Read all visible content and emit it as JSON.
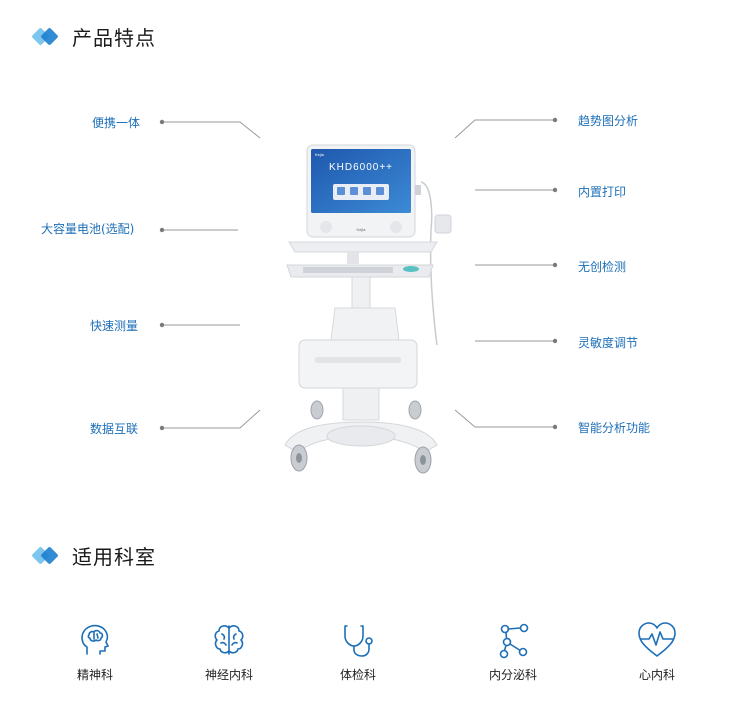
{
  "sections": {
    "features_title": "产品特点",
    "departments_title": "适用科室"
  },
  "features_left": [
    "便携一体",
    "大容量电池(选配)",
    "快速测量",
    "数据互联"
  ],
  "features_right": [
    "趋势图分析",
    "内置打印",
    "无创检测",
    "灵敏度调节",
    "智能分析功能"
  ],
  "device": {
    "brand": "Kejia",
    "model": "KHD6000++"
  },
  "departments": [
    {
      "label": "精神科",
      "icon": "head-brain-icon"
    },
    {
      "label": "神经内科",
      "icon": "brain-icon"
    },
    {
      "label": "体检科",
      "icon": "stethoscope-icon"
    },
    {
      "label": "内分泌科",
      "icon": "molecule-icon"
    },
    {
      "label": "心内科",
      "icon": "heart-pulse-icon"
    }
  ],
  "colors": {
    "accent": "#1d6fb8",
    "accent_light": "#7ec6ee",
    "leader_line": "#9a9a9a"
  }
}
